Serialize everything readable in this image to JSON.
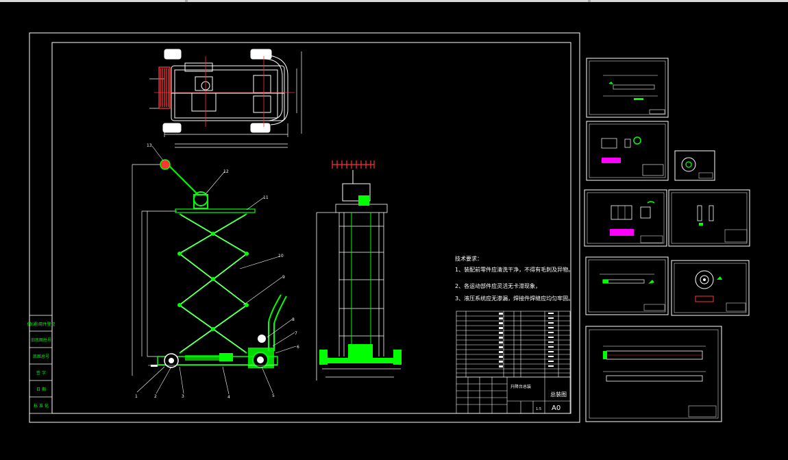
{
  "app": {
    "top_bar": ""
  },
  "sheet": {
    "size_code": "A0",
    "title_block": {
      "drawing_name": "总装图",
      "part_name": "升降台总装",
      "scale_hint": "1:5"
    }
  },
  "tech_requirements": {
    "heading": "技术要求：",
    "items": [
      "1、装配前零件应清洗干净，不得有毛刺及异物。",
      "2、各运动部件应灵活无卡滞现象，",
      "3、液压系统应无渗漏，焊接件焊缝应均匀牢固。"
    ]
  },
  "callouts": [
    "1",
    "2",
    "3",
    "4",
    "5",
    "6",
    "7",
    "8",
    "9",
    "10",
    "11",
    "12",
    "13"
  ],
  "left_strip": [
    "借(通)用件登记",
    "旧底图总号",
    "底图总号",
    "签 字",
    "日 期",
    "标 准 化"
  ],
  "colors": {
    "background": "#000000",
    "frame": "#ffffff",
    "part": "#00ff00",
    "centerline": "#ff3333",
    "dimension": "#ffffff",
    "accent": "#ff00ff",
    "mark": "#ffff00"
  }
}
